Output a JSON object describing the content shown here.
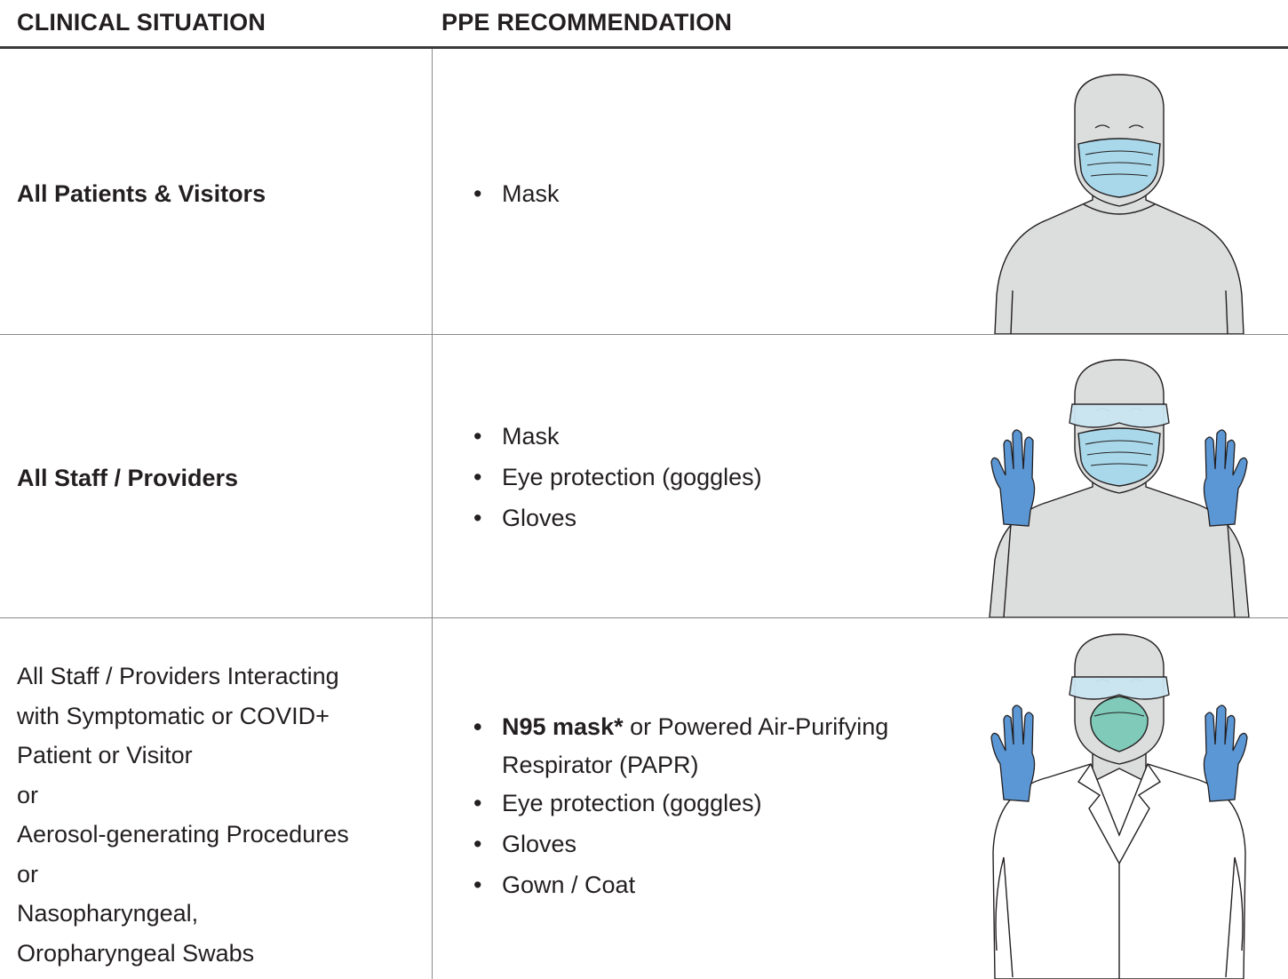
{
  "header": {
    "col1": "CLINICAL SITUATION",
    "col2": "PPE RECOMMENDATION"
  },
  "rows": [
    {
      "situation": "All Patients & Visitors",
      "ppe": [
        "Mask"
      ],
      "figure_icon": "person-with-mask-icon"
    },
    {
      "situation": "All Staff / Providers",
      "ppe": [
        "Mask",
        "Eye protection (goggles)",
        "Gloves"
      ],
      "figure_icon": "person-with-mask-goggles-gloves-icon"
    },
    {
      "situation_lines": [
        "All Staff / Providers Interacting",
        "with Symptomatic or COVID+",
        "Patient or Visitor",
        "or",
        "Aerosol-generating Procedures",
        "or",
        "Nasopharyngeal,",
        "Oropharyngeal Swabs"
      ],
      "ppe_first_bold": "N95 mask*",
      "ppe_first_rest": " or Powered Air-Purifying",
      "ppe_first_line2": "Respirator (PAPR)",
      "ppe": [
        "Eye protection (goggles)",
        "Gloves",
        "Gown / Coat"
      ],
      "figure_icon": "person-with-n95-goggles-gloves-gown-icon"
    }
  ],
  "colors": {
    "skin": "#dcdddd",
    "mask_blue": "#a9d8ea",
    "n95_green": "#7fcab9",
    "glove_blue": "#5b97d4",
    "goggle_blue": "#cbe6f2",
    "line": "#231f20"
  }
}
